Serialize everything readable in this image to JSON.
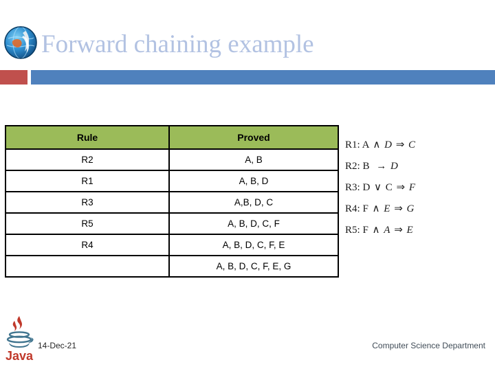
{
  "slide": {
    "title": "Forward chaining example",
    "title_color": "#b2c2e2",
    "accent_red": "#c0504d",
    "accent_blue": "#4f81bd",
    "header_green": "#9bbb59",
    "logo_alt": "globe-hand-logo"
  },
  "table": {
    "headers": [
      "Rule",
      "Proved"
    ],
    "rows": [
      {
        "rule": "R2",
        "proved": "A, B"
      },
      {
        "rule": "R1",
        "proved": "A, B, D"
      },
      {
        "rule": "R3",
        "proved": "A,B, D, C"
      },
      {
        "rule": "R5",
        "proved": "A, B, D, C, F"
      },
      {
        "rule": "R4",
        "proved": "A, B, D, C, F, E"
      },
      {
        "rule": "",
        "proved": "A, B, D, C, F, E, G"
      }
    ]
  },
  "rules": [
    {
      "label": "R1:",
      "antecedent_a": "A",
      "connective": "∧",
      "antecedent_b": "D",
      "implies": "⇒",
      "consequent": "C"
    },
    {
      "label": "R2:",
      "antecedent_a": "B",
      "connective": "",
      "antecedent_b": "",
      "implies": "→",
      "consequent": "D"
    },
    {
      "label": "R3:",
      "antecedent_a": "D",
      "connective": "∨",
      "antecedent_b": "C",
      "implies": "⇒",
      "consequent": "F"
    },
    {
      "label": "R4:",
      "antecedent_a": "F",
      "connective": "∧",
      "antecedent_b": "E",
      "implies": "⇒",
      "consequent": "G"
    },
    {
      "label": "R5:",
      "antecedent_a": "F",
      "connective": "∧",
      "antecedent_b": "A",
      "implies": "⇒",
      "consequent": "E"
    }
  ],
  "footer": {
    "date": "14-Dec-21",
    "department": "Computer Science Department",
    "java_logo_text": "Java"
  }
}
